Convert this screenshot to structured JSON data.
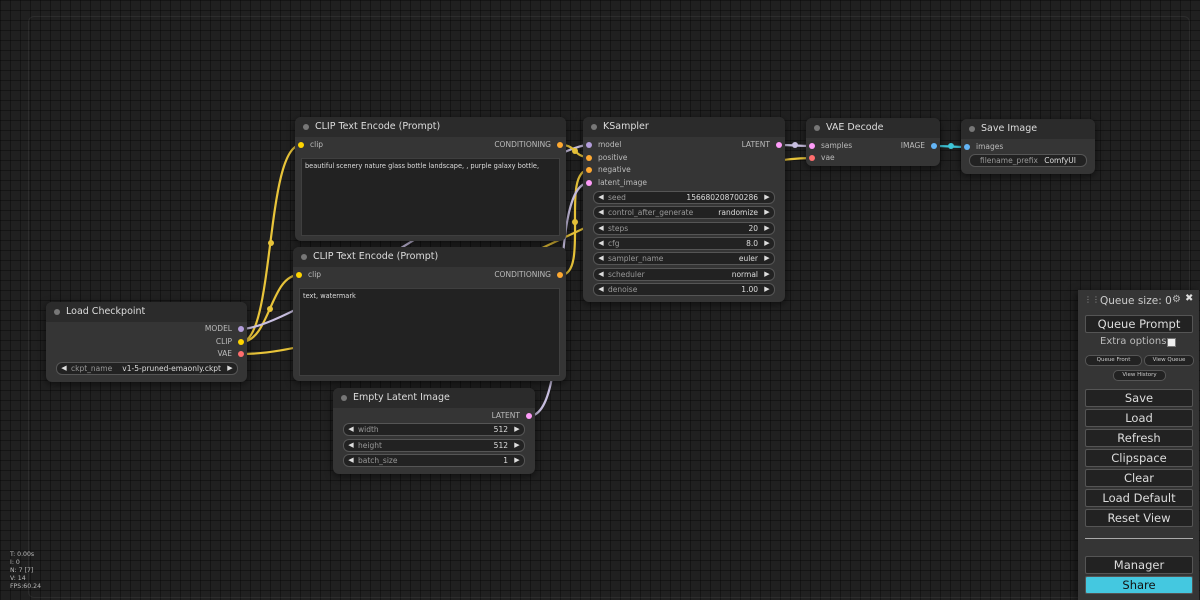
{
  "nodes": {
    "clip_pos": {
      "title": "CLIP Text Encode (Prompt)",
      "input_clip": "clip",
      "output": "CONDITIONING",
      "text": "beautiful scenery nature glass bottle landscape, , purple galaxy bottle,"
    },
    "clip_neg": {
      "title": "CLIP Text Encode (Prompt)",
      "input_clip": "clip",
      "output": "CONDITIONING",
      "text": "text, watermark"
    },
    "ksampler": {
      "title": "KSampler",
      "inputs": [
        "model",
        "positive",
        "negative",
        "latent_image"
      ],
      "output": "LATENT",
      "widgets": [
        {
          "name": "seed",
          "value": "156680208700286"
        },
        {
          "name": "control_after_generate",
          "value": "randomize"
        },
        {
          "name": "steps",
          "value": "20"
        },
        {
          "name": "cfg",
          "value": "8.0"
        },
        {
          "name": "sampler_name",
          "value": "euler"
        },
        {
          "name": "scheduler",
          "value": "normal"
        },
        {
          "name": "denoise",
          "value": "1.00"
        }
      ]
    },
    "vae_decode": {
      "title": "VAE Decode",
      "inputs": [
        "samples",
        "vae"
      ],
      "output": "IMAGE"
    },
    "save_image": {
      "title": "Save Image",
      "input": "images",
      "widget_name": "filename_prefix",
      "widget_value": "ComfyUI"
    },
    "load_checkpoint": {
      "title": "Load Checkpoint",
      "outputs": [
        "MODEL",
        "CLIP",
        "VAE"
      ],
      "widget_name": "ckpt_name",
      "widget_value": "v1-5-pruned-emaonly.ckpt"
    },
    "empty_latent": {
      "title": "Empty Latent Image",
      "output": "LATENT",
      "widgets": [
        {
          "name": "width",
          "value": "512"
        },
        {
          "name": "height",
          "value": "512"
        },
        {
          "name": "batch_size",
          "value": "1"
        }
      ]
    }
  },
  "menu": {
    "drag_handle": "⋮⋮",
    "queue_size": "Queue size: 0",
    "gear_icon": "gear-icon",
    "close_icon": "close-icon",
    "queue_prompt": "Queue Prompt",
    "extra_options": "Extra options",
    "queue_front": "Queue Front",
    "view_queue": "View Queue",
    "view_history": "View History",
    "save": "Save",
    "load": "Load",
    "refresh": "Refresh",
    "clipspace": "Clipspace",
    "clear": "Clear",
    "load_default": "Load Default",
    "reset_view": "Reset View",
    "manager": "Manager",
    "share": "Share"
  },
  "stats": [
    "T: 0.00s",
    "I: 0",
    "N: 7 [7]",
    "V: 14",
    "FPS:60.24"
  ],
  "colors": {
    "model": "#b39ddb",
    "clip": "#ffd500",
    "vae": "#ff6e6e",
    "conditioning": "#ffa931",
    "latent": "#ff9cf9",
    "image": "#64b5f6",
    "link_yellow": "#e8c43a",
    "link_lav": "#c8bfe0",
    "link_cyan": "#3fc6d8",
    "share_accent": "#44c8e0"
  }
}
